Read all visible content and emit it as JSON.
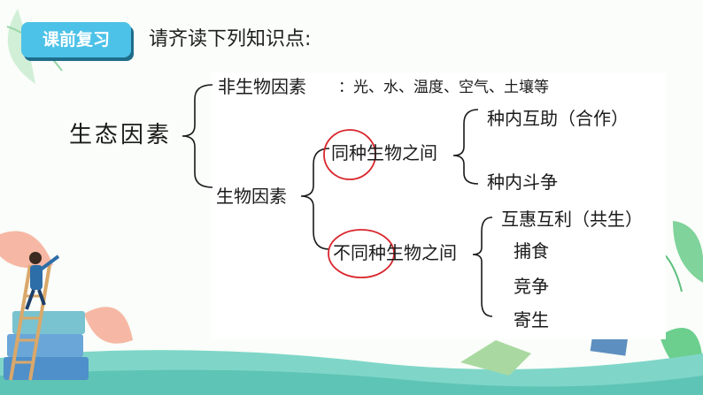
{
  "badge": "课前复习",
  "heading": "请齐读下列知识点:",
  "tree": {
    "root": "生态因素",
    "abiotic": "非生物因素",
    "abiotic_items": "：光、水、温度、空气、土壤等",
    "biotic": "生物因素",
    "same_species": {
      "circled": "同种",
      "rest": "生物之间"
    },
    "same_items": [
      "种内互助（合作）",
      "种内斗争"
    ],
    "diff_species": {
      "circled": "不同种",
      "rest": "生物之间"
    },
    "diff_items": [
      "互惠互利（共生）",
      "捕食",
      "竞争",
      "寄生"
    ]
  },
  "colors": {
    "badge": "#4cc2e8",
    "badge_shadow": "#1f6d8a",
    "circle": "#d9262c",
    "bottom_wave": "#7fd6c8"
  }
}
